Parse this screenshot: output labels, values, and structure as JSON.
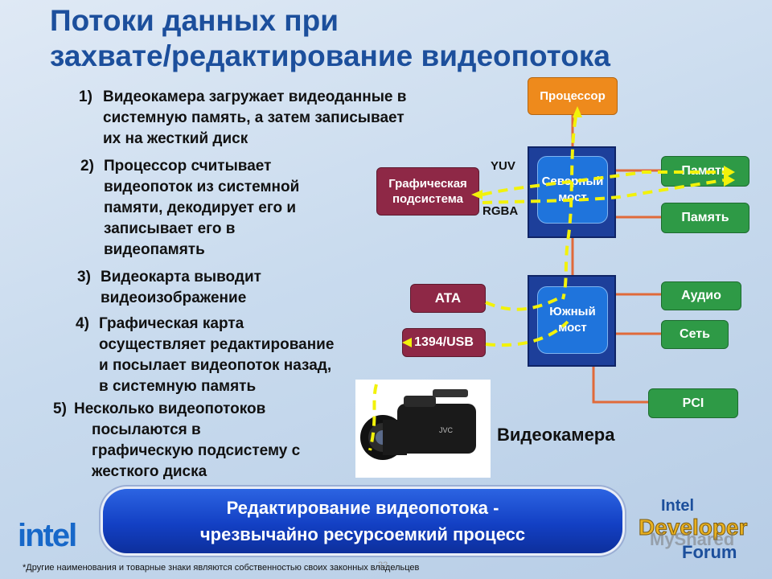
{
  "title": {
    "line1": "Потоки данных при",
    "line2": "захвате/редактирование видеопотока"
  },
  "steps": [
    {
      "num": "1)",
      "lines": [
        "Видеокамера загружает видеоданные в",
        "системную память, а затем записывает",
        "их на жесткий диск"
      ]
    },
    {
      "num": "2)",
      "lines": [
        "Процессор считывает",
        "видеопоток из системной",
        "памяти, декодирует его и",
        "записывает его в",
        "видеопамять"
      ]
    },
    {
      "num": "3)",
      "lines": [
        "Видеокарта выводит",
        "видеоизображение"
      ]
    },
    {
      "num": "4)",
      "lines": [
        "Графическая карта",
        "осуществляет редактирование",
        "и посылает видеопоток назад,",
        "в системную память"
      ]
    },
    {
      "num": "5)",
      "lines": [
        "Несколько видеопотоков",
        "посылаются в",
        "графическую подсистему с",
        "жесткого диска"
      ]
    }
  ],
  "diagram": {
    "cpu": "Процессор",
    "north_bridge": [
      "Северный",
      "мост"
    ],
    "south_bridge": [
      "Южный",
      "мост"
    ],
    "graphics": [
      "Графическая",
      "подсистема"
    ],
    "memory1": "Память",
    "memory2": "Память",
    "audio": "Аудио",
    "network": "Сеть",
    "pci": "PCI",
    "ata": "ATA",
    "usb": "1394/USB",
    "yuv": "YUV",
    "rgba": "RGBA",
    "camera_label": "Видеокамера"
  },
  "banner": {
    "line1": "Редактирование видеопотока -",
    "line2": "чрезвычайно ресурсоемкий процесс"
  },
  "logo": {
    "intel": "intel",
    "forum": [
      "Intel",
      "Developer",
      "Forum"
    ]
  },
  "watermark": "MyShared",
  "footer": "*Другие наименования и товарные знаки являются собственностью своих законных владельцев",
  "page_number": "22",
  "colors": {
    "title": "#1c4f9c",
    "green_box": "#2e9a46",
    "maroon_box": "#8e2846",
    "cpu_box": "#ee8a1c",
    "bridge_chip": "#1f74dc",
    "bridge_frame": "#1d3f9a",
    "flow_line": "#f2f20a",
    "bus_line": "#e06a3a"
  }
}
